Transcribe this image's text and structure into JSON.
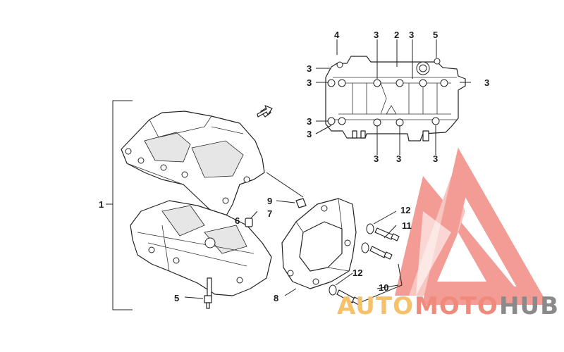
{
  "diagram": {
    "callouts": [
      {
        "id": "c1",
        "text": "1"
      },
      {
        "id": "c2",
        "text": "2"
      },
      {
        "id": "c3",
        "text": "3"
      },
      {
        "id": "c4",
        "text": "4"
      },
      {
        "id": "c5",
        "text": "5"
      },
      {
        "id": "c6",
        "text": "6"
      },
      {
        "id": "c7",
        "text": "7"
      },
      {
        "id": "c8",
        "text": "8"
      },
      {
        "id": "c9",
        "text": "9"
      },
      {
        "id": "c10",
        "text": "10"
      },
      {
        "id": "c11",
        "text": "11"
      },
      {
        "id": "c12",
        "text": "12"
      }
    ]
  },
  "watermark": {
    "brand_a": "AUTO",
    "brand_b": "MOTO",
    "brand_c": "HUB",
    "colors": {
      "auto": "#f5c26b",
      "moto": "#f08a7c",
      "hub": "#8a8a8a",
      "logo": "#f07b72"
    }
  }
}
